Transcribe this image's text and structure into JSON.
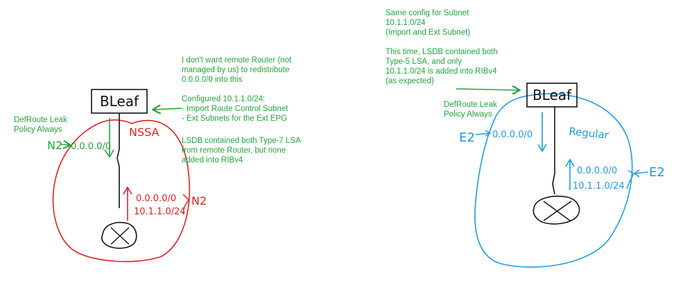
{
  "colors": {
    "ink": "#111111",
    "green": "#22a63a",
    "red": "#e02020",
    "blue": "#1f9be0"
  },
  "left": {
    "leaf_label": "BLeaf",
    "area_label": "NSSA",
    "defroute_lines": [
      "DefRoute Leak",
      "Policy Always"
    ],
    "down_label": "N2",
    "down_prefix": "0.0.0.0/0",
    "up_prefixes": [
      "0.0.0.0/0",
      "10.1.1.0/24"
    ],
    "up_label": "N2",
    "note_top": [
      "I don't want remote Router (not",
      "managed by us) to redistribute",
      "0.0.0.0/0 into this"
    ],
    "note_config": [
      "Configured 10.1.1.0/24:",
      "- Import Route Control Subnet",
      "- Ext Subnets for the Ext EPG"
    ],
    "note_lsdb": [
      "LSDB contained both Type-7 LSA",
      "from remote Router, but none",
      "added into RIBv4"
    ]
  },
  "right": {
    "leaf_label": "BLeaf",
    "area_label": "Regular",
    "defroute_lines": [
      "DefRoute Leak",
      "Policy Always"
    ],
    "down_label": "E2",
    "down_prefix": "0.0.0.0/0",
    "up_prefixes": [
      "0.0.0.0/0",
      "10.1.1.0/24"
    ],
    "up_label": "E2",
    "note_top": [
      "Same config for Subnet",
      "10.1.1.0/24",
      "(Import and Ext Subnet)"
    ],
    "note_lsdb": [
      "This time, LSDB contained both",
      "Type-5 LSA, and only",
      "10.1.1.0/24 is added into RIBv4",
      "(as expected)"
    ]
  }
}
